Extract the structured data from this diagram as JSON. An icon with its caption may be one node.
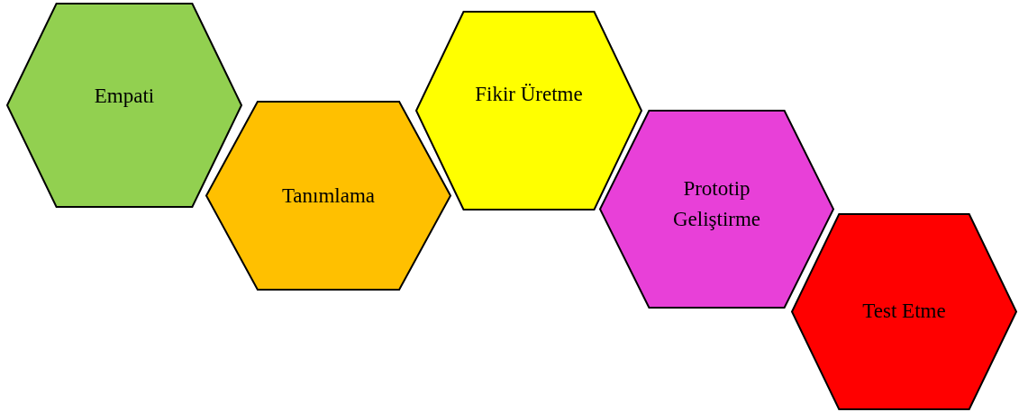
{
  "diagram": {
    "nodes": [
      {
        "text": [
          "Empati"
        ]
      },
      {
        "text": [
          "Tanımlama"
        ]
      },
      {
        "text": [
          "Fikir Üretme"
        ]
      },
      {
        "text": [
          "Prototip Geliştirme"
        ]
      },
      {
        "text": [
          "Test Etme"
        ]
      }
    ]
  }
}
